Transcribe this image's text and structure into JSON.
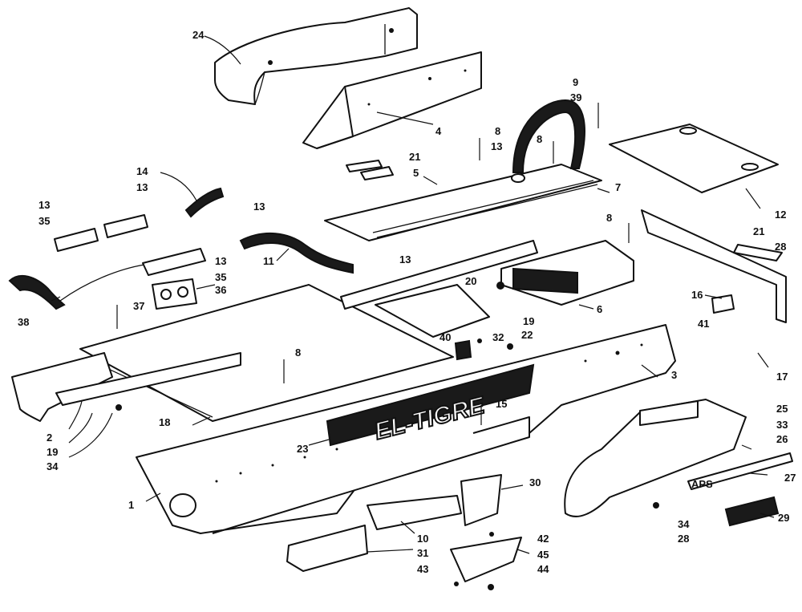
{
  "callouts": {
    "c1": "1",
    "c2": "2",
    "c3": "3",
    "c4": "4",
    "c5": "5",
    "c6": "6",
    "c7": "7",
    "c8a": "8",
    "c8b": "8",
    "c8c": "8",
    "c8d": "8",
    "c9": "9",
    "c10": "10",
    "c11": "11",
    "c12": "12",
    "c13a": "13",
    "c13b": "13",
    "c13c": "13",
    "c13d": "13",
    "c13e": "13",
    "c13f": "13",
    "c14": "14",
    "c15": "15",
    "c16": "16",
    "c17": "17",
    "c18": "18",
    "c19a": "19",
    "c19b": "19",
    "c20": "20",
    "c21a": "21",
    "c21b": "21",
    "c22": "22",
    "c23": "23",
    "c24": "24",
    "c25": "25",
    "c26": "26",
    "c27": "27",
    "c28a": "28",
    "c28b": "28",
    "c29": "29",
    "c30": "30",
    "c31": "31",
    "c32": "32",
    "c33": "33",
    "c34a": "34",
    "c34b": "34",
    "c35a": "35",
    "c35b": "35",
    "c36": "36",
    "c37": "37",
    "c38": "38",
    "c39": "39",
    "c40": "40",
    "c41": "41",
    "c42": "42",
    "c43": "43",
    "c44": "44",
    "c45": "45"
  },
  "decal": {
    "text": "EL-TIGRE"
  },
  "badge": {
    "text": "APS"
  }
}
